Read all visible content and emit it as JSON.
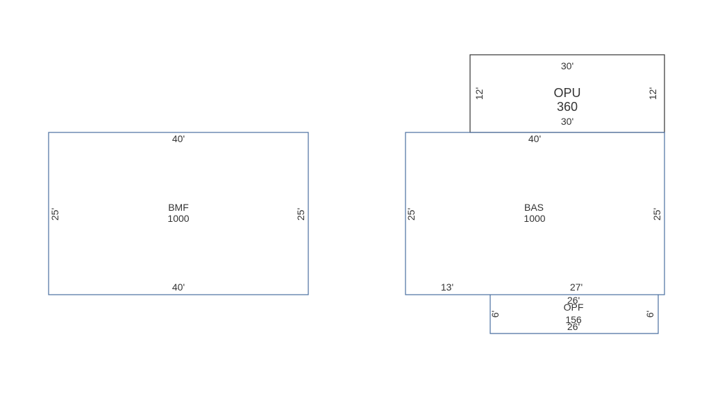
{
  "colors": {
    "blue_outline": "#4a6fa0",
    "dark_outline": "#333333",
    "text": "#333333"
  },
  "bmf": {
    "code": "BMF",
    "area": "1000",
    "top": "40'",
    "bottom": "40'",
    "left": "25'",
    "right": "25'"
  },
  "opu": {
    "code": "OPU",
    "area": "360",
    "top": "30'",
    "bottom": "30'",
    "left": "12'",
    "right": "12'"
  },
  "bas": {
    "code": "BAS",
    "area": "1000",
    "top": "40'",
    "left": "25'",
    "right": "25'",
    "bottom_left": "13'",
    "bottom_right": "27'"
  },
  "opf": {
    "code": "OPF",
    "area": "156",
    "top": "26'",
    "bottom": "26'",
    "left": "6'",
    "right": "6'"
  }
}
